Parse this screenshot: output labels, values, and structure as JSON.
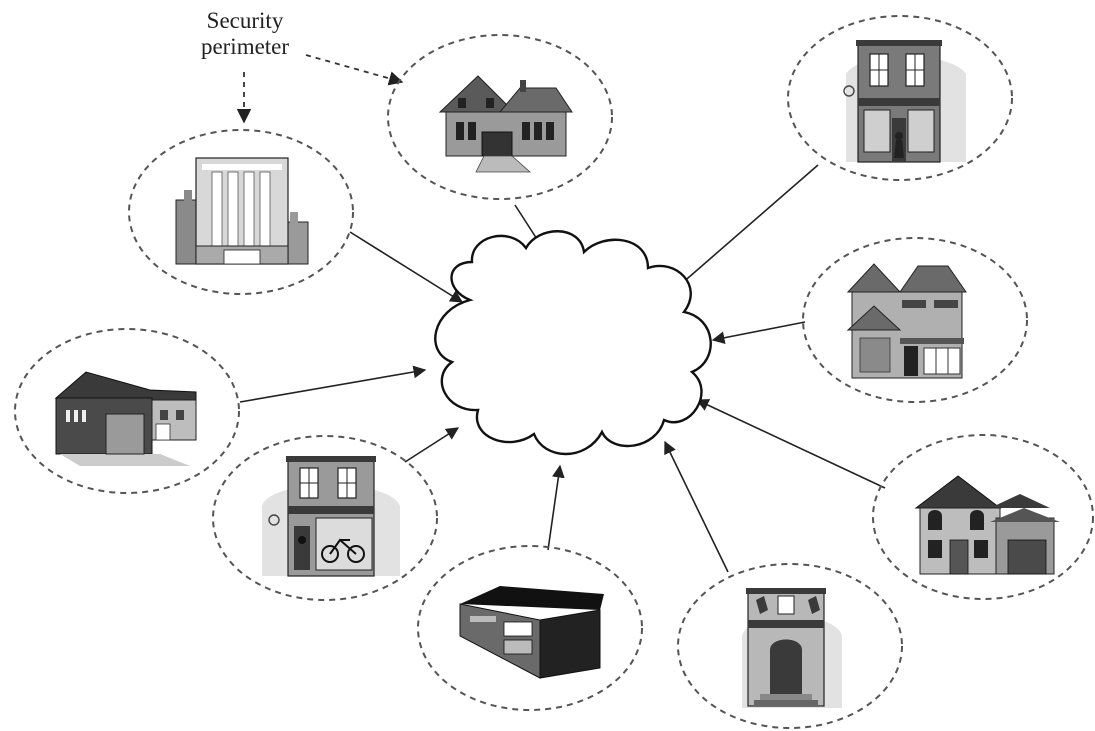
{
  "annotation": {
    "line1": "Security",
    "line2": "perimeter"
  },
  "colors": {
    "stroke": "#222222",
    "dash": "#555555",
    "dark": "#3a3a3a",
    "mid": "#8a8a8a",
    "light": "#c8c8c8",
    "lighter": "#e2e2e2"
  },
  "nodes": [
    {
      "id": "office-tower",
      "icon": "office-tower-icon"
    },
    {
      "id": "suburban-house",
      "icon": "suburban-house-icon"
    },
    {
      "id": "storefront-top-right",
      "icon": "storefront-icon"
    },
    {
      "id": "two-story-house",
      "icon": "two-story-house-icon"
    },
    {
      "id": "warehouse",
      "icon": "warehouse-icon"
    },
    {
      "id": "bike-shop",
      "icon": "bike-shop-icon"
    },
    {
      "id": "modern-building",
      "icon": "modern-building-icon"
    },
    {
      "id": "townhouse",
      "icon": "townhouse-icon"
    },
    {
      "id": "family-house-garage",
      "icon": "house-with-garage-icon"
    }
  ]
}
